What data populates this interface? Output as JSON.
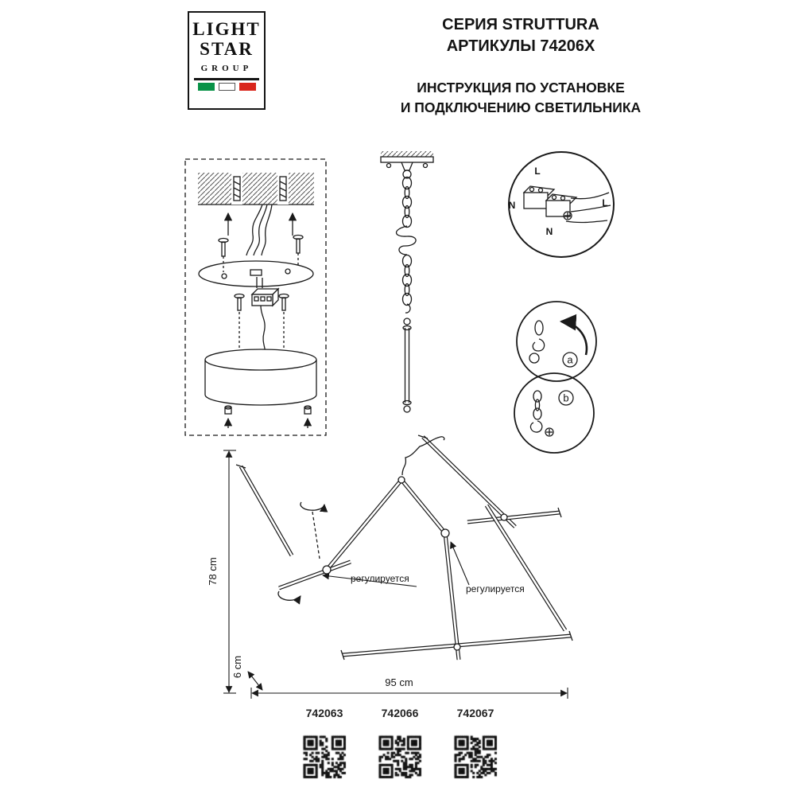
{
  "logo": {
    "line1": "LIGHT",
    "line2": "STAR",
    "line3": "GROUP"
  },
  "header": {
    "series_line1": "СЕРИЯ STRUTTURA",
    "series_line2": "АРТИКУЛЫ 74206X",
    "instruction_line1": "ИНСТРУКЦИЯ ПО УСТАНОВКЕ",
    "instruction_line2": "И ПОДКЛЮЧЕНИЮ СВЕТИЛЬНИКА"
  },
  "wiring_labels": {
    "l_top": "L",
    "n_left": "N",
    "l_right": "L",
    "n_bottom": "N"
  },
  "step_labels": {
    "a": "a",
    "b": "b"
  },
  "dimensions": {
    "height": "78 cm",
    "rod": "6 cm",
    "width": "95 cm"
  },
  "annotations": {
    "adjustable_left": "регулируется",
    "adjustable_right": "регулируется"
  },
  "products": [
    {
      "code": "742063"
    },
    {
      "code": "742066"
    },
    {
      "code": "742067"
    }
  ],
  "colors": {
    "ink": "#1a1a1a",
    "flag_green": "#089247",
    "flag_red": "#d9261c"
  }
}
